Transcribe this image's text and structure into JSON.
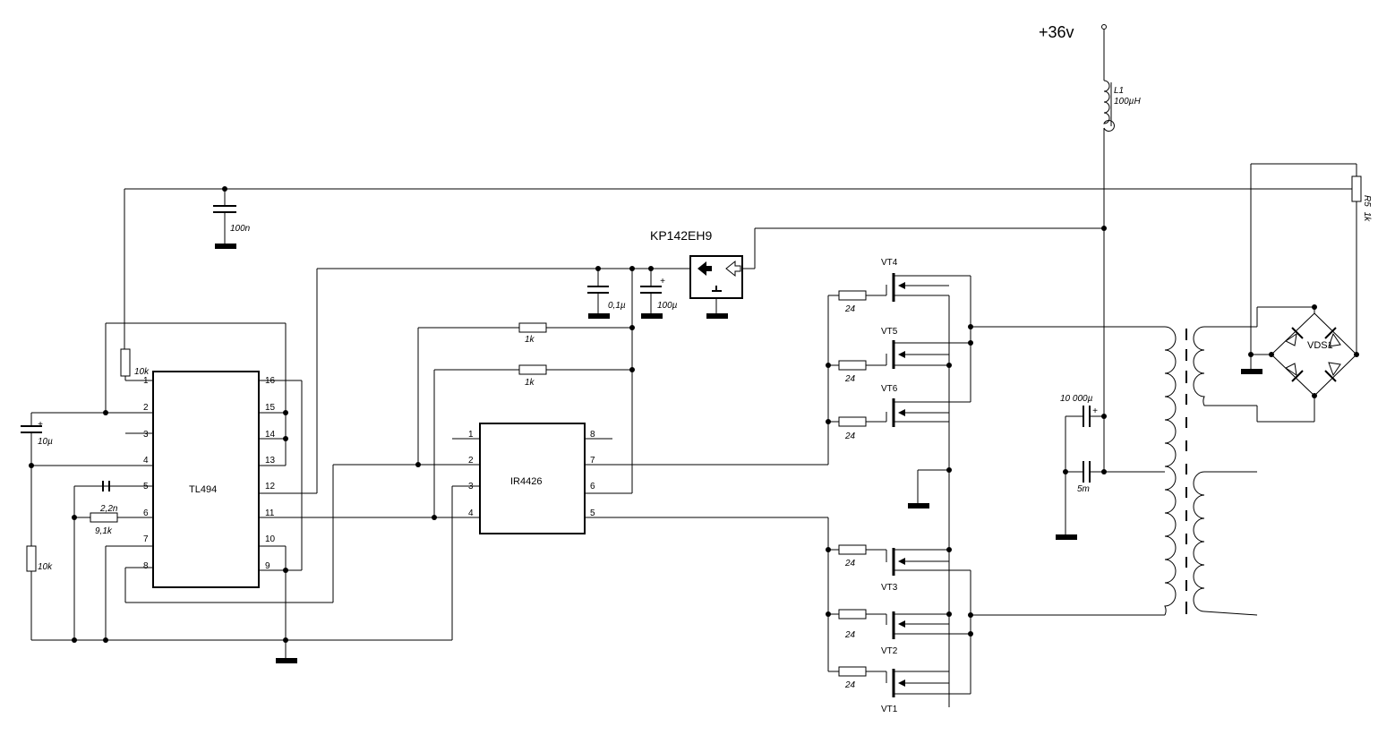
{
  "supply": {
    "label": "+36v"
  },
  "inductor": {
    "ref": "L1",
    "value": "100µH"
  },
  "potentiometer": {
    "ref": "R5",
    "value": "1k"
  },
  "regulator": {
    "ref": "KP142EH9"
  },
  "bridge": {
    "ref": "VDS1"
  },
  "tl494": {
    "name": "TL494",
    "left_pins": [
      "1",
      "2",
      "3",
      "4",
      "5",
      "6",
      "7",
      "8"
    ],
    "right_pins": [
      "16",
      "15",
      "14",
      "13",
      "12",
      "11",
      "10",
      "9"
    ]
  },
  "ir4426": {
    "name": "IR4426",
    "left_pins": [
      "1",
      "2",
      "3",
      "4"
    ],
    "right_pins": [
      "8",
      "7",
      "6",
      "5"
    ]
  },
  "components": {
    "c_100n": "100n",
    "c_01": "0,1µ",
    "c_100u": "100µ",
    "c_10u": "10µ",
    "c_22n": "2,2n",
    "c_10000u": "10 000µ",
    "c_5m": "5m",
    "r_10k_top": "10k",
    "r_10k_bottom": "10k",
    "r_91k": "9,1k",
    "r_1k_a": "1k",
    "r_1k_b": "1k",
    "r_gate": "24",
    "plus_sign": "+"
  },
  "transistors": [
    "VT4",
    "VT5",
    "VT6",
    "VT3",
    "VT2",
    "VT1"
  ]
}
